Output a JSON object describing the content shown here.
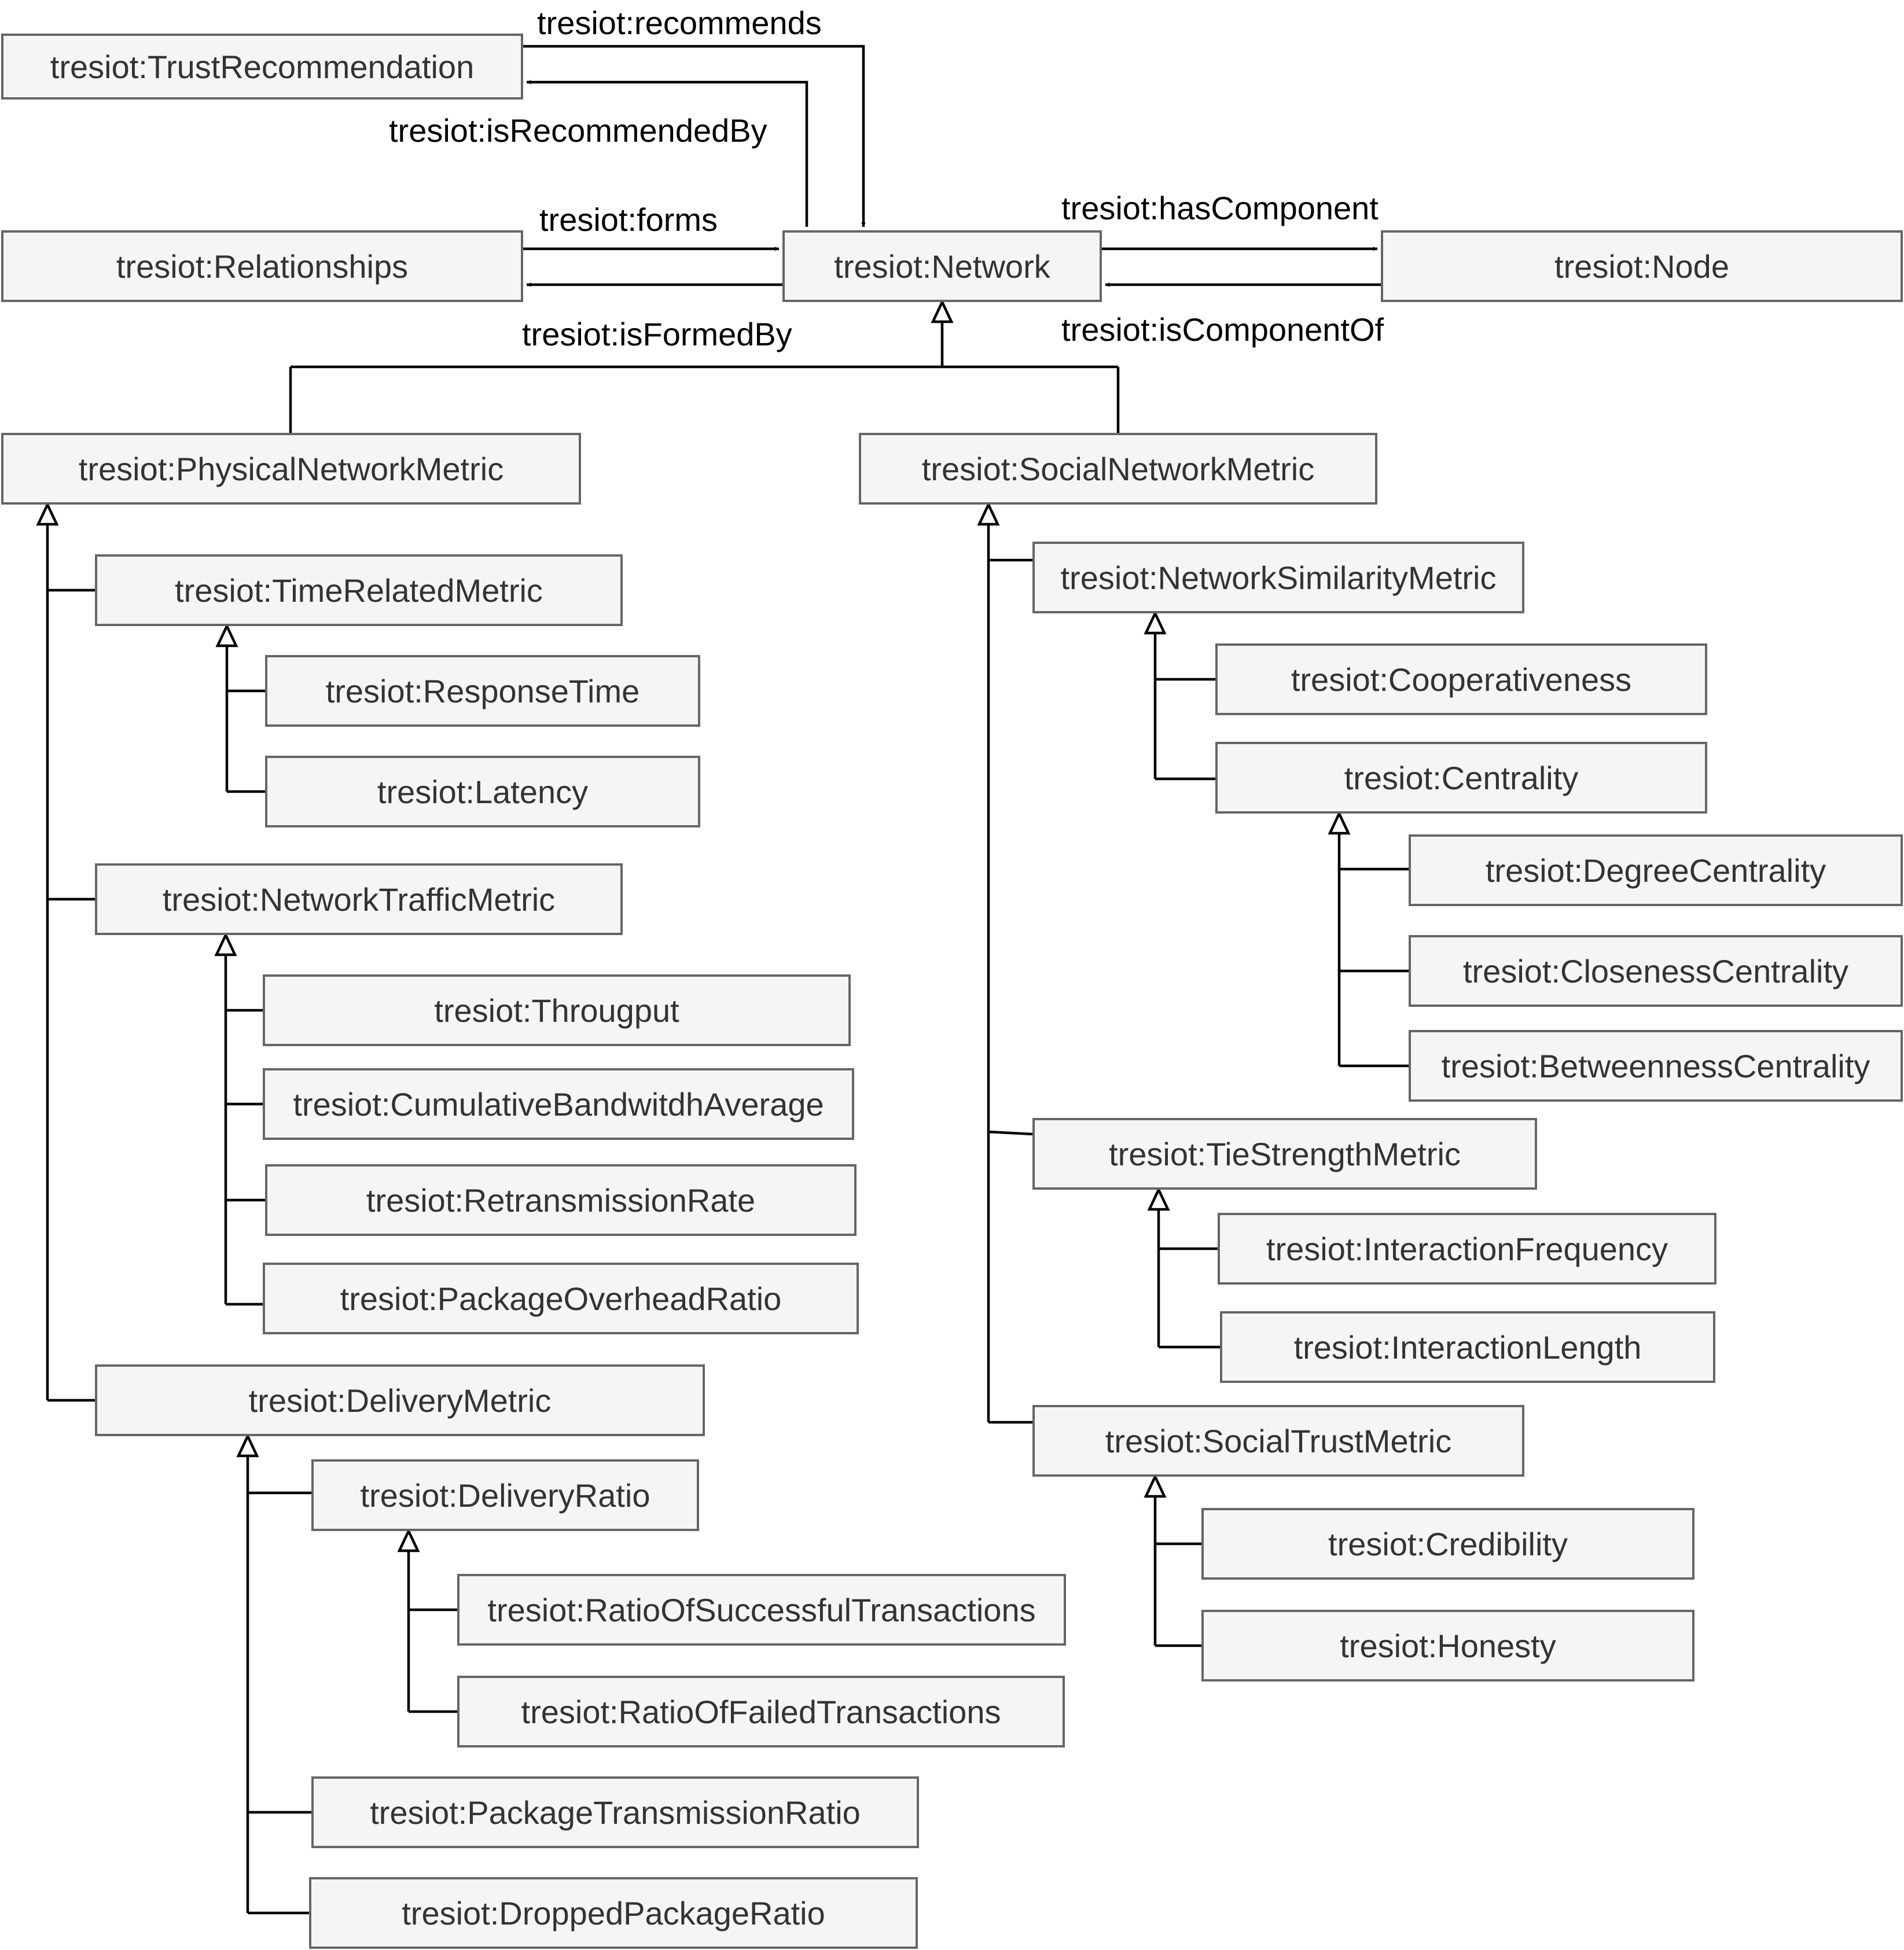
{
  "colors": {
    "box_fill": "#f5f5f5",
    "box_border": "#666666",
    "text": "#333333",
    "line": "#000000"
  },
  "classes": {
    "trust_recommendation": "tresiot:TrustRecommendation",
    "relationships": "tresiot:Relationships",
    "network": "tresiot:Network",
    "node": "tresiot:Node",
    "physical_network_metric": "tresiot:PhysicalNetworkMetric",
    "social_network_metric": "tresiot:SocialNetworkMetric",
    "time_related_metric": "tresiot:TimeRelatedMetric",
    "response_time": "tresiot:ResponseTime",
    "latency": "tresiot:Latency",
    "network_traffic_metric": "tresiot:NetworkTrafficMetric",
    "througput": "tresiot:Througput",
    "cumulative_bandwidth_average": "tresiot:CumulativeBandwitdhAverage",
    "retransmission_rate": "tresiot:RetransmissionRate",
    "package_overhead_ratio": "tresiot:PackageOverheadRatio",
    "delivery_metric": "tresiot:DeliveryMetric",
    "delivery_ratio": "tresiot:DeliveryRatio",
    "ratio_successful": "tresiot:RatioOfSuccessfulTransactions",
    "ratio_failed": "tresiot:RatioOfFailedTransactions",
    "package_transmission_ratio": "tresiot:PackageTransmissionRatio",
    "dropped_package_ratio": "tresiot:DroppedPackageRatio",
    "network_similarity_metric": "tresiot:NetworkSimilarityMetric",
    "cooperativeness": "tresiot:Cooperativeness",
    "centrality": "tresiot:Centrality",
    "degree_centrality": "tresiot:DegreeCentrality",
    "closeness_centrality": "tresiot:ClosenessCentrality",
    "betweenness_centrality": "tresiot:BetweennessCentrality",
    "tie_strength_metric": "tresiot:TieStrengthMetric",
    "interaction_frequency": "tresiot:InteractionFrequency",
    "interaction_length": "tresiot:InteractionLength",
    "social_trust_metric": "tresiot:SocialTrustMetric",
    "credibility": "tresiot:Credibility",
    "honesty": "tresiot:Honesty"
  },
  "relations": {
    "recommends": "tresiot:recommends",
    "is_recommended_by": "tresiot:isRecommendedBy",
    "forms": "tresiot:forms",
    "is_formed_by": "tresiot:isFormedBy",
    "has_component": "tresiot:hasComponent",
    "is_component_of": "tresiot:isComponentOf"
  }
}
